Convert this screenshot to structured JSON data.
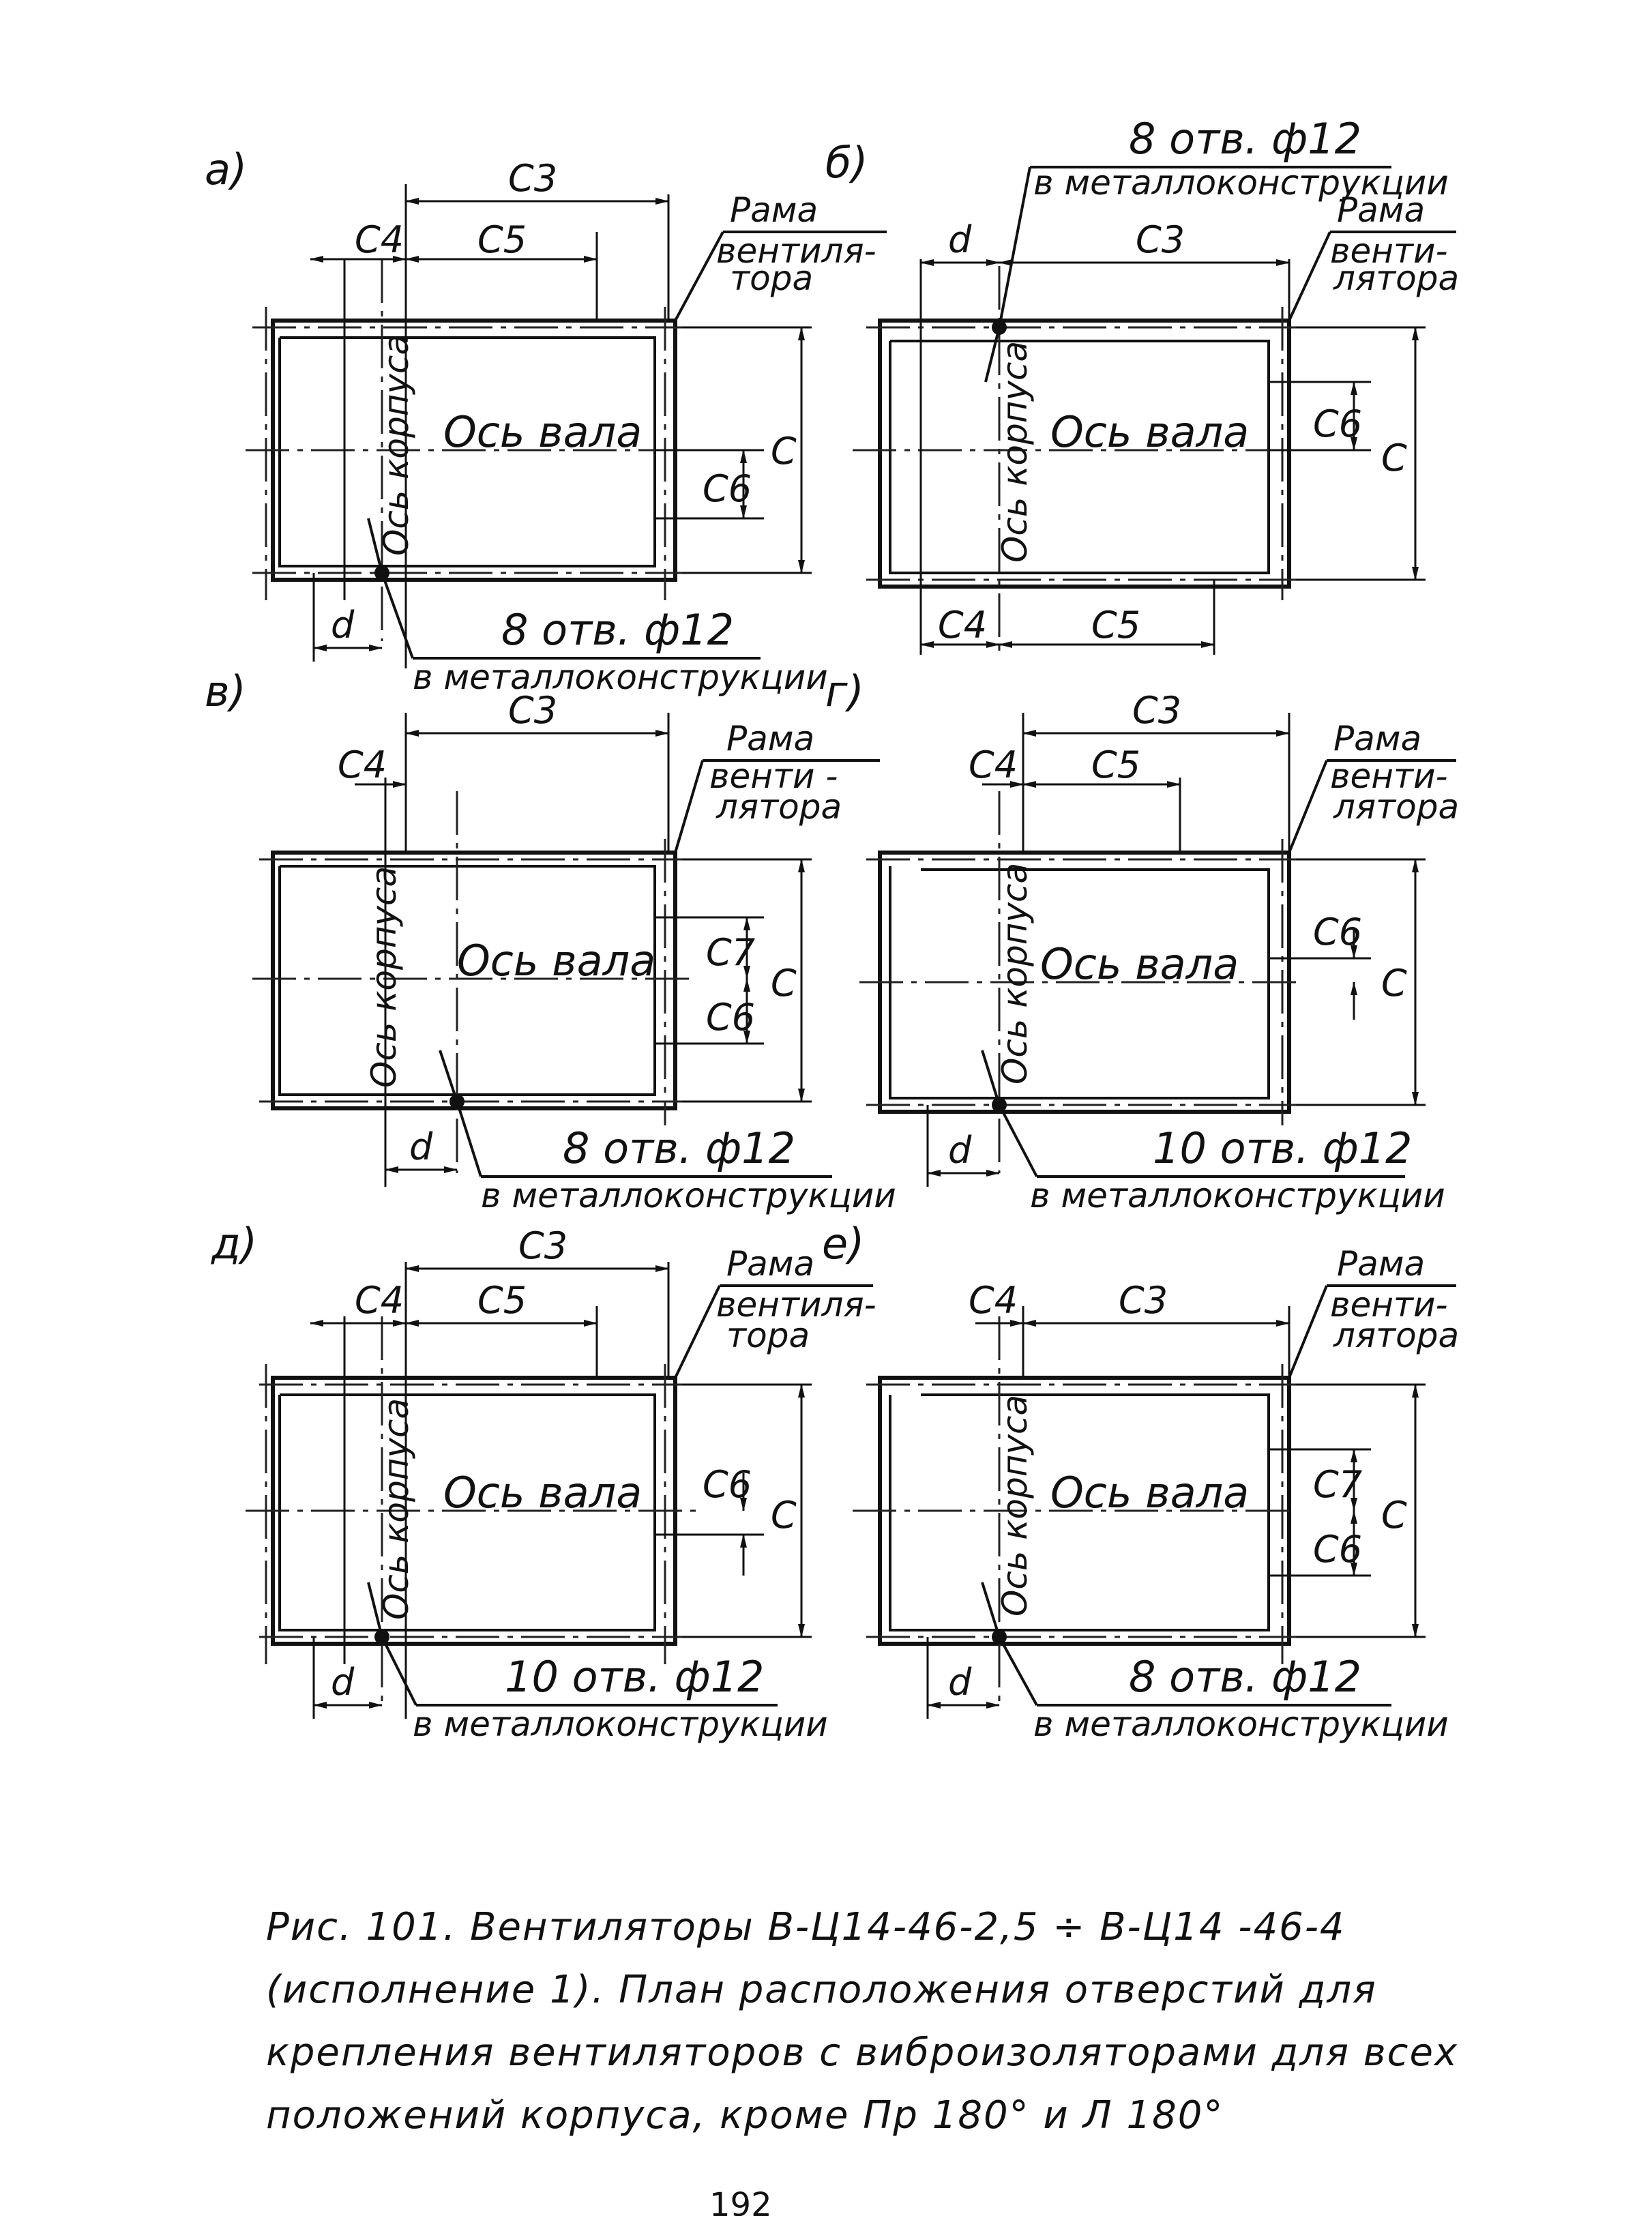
{
  "panels": [
    {
      "letter": "а)",
      "c3": "C3",
      "c4": "C4",
      "c5": "C5",
      "c6": "C6",
      "c": "C",
      "d": "d",
      "frame": [
        "Рама",
        "вентиля-",
        "тора"
      ],
      "shaft": "Ось вала",
      "body": "Ось корпуса",
      "holes": "8 отв. ф12",
      "into": "в металлоконструкции"
    },
    {
      "letter": "б)",
      "c3": "C3",
      "c4": "C4",
      "c5": "C5",
      "c6": "C6",
      "c": "C",
      "d": "d",
      "frame": [
        "Рама",
        "венти-",
        "лятора"
      ],
      "shaft": "Ось вала",
      "body": "Ось корпуса",
      "holes": "8 отв. ф12",
      "into": "в металлоконструкции"
    },
    {
      "letter": "в)",
      "c3": "C3",
      "c4": "C4",
      "c7": "C7",
      "c6": "C6",
      "c": "C",
      "d": "d",
      "frame": [
        "Рама",
        "венти -",
        "лятора"
      ],
      "shaft": "Ось вала",
      "body": "Ось корпуса",
      "holes": "8 отв. ф12",
      "into": "в металлоконструкции"
    },
    {
      "letter": "г)",
      "c3": "C3",
      "c4": "C4",
      "c5": "C5",
      "c6": "C6",
      "c": "C",
      "d": "d",
      "frame": [
        "Рама",
        "венти-",
        "лятора"
      ],
      "shaft": "Ось вала",
      "body": "Ось корпуса",
      "holes": "10 отв. ф12",
      "into": "в металлоконструкции"
    },
    {
      "letter": "д)",
      "c3": "C3",
      "c4": "C4",
      "c5": "C5",
      "c6": "C6",
      "c": "C",
      "d": "d",
      "frame": [
        "Рама",
        "вентиля-",
        "тора"
      ],
      "shaft": "Ось вала",
      "body": "Ось корпуса",
      "holes": "10 отв. ф12",
      "into": "в металлоконструкции"
    },
    {
      "letter": "е)",
      "c3": "C3",
      "c4": "C4",
      "c7": "C7",
      "c6": "C6",
      "c": "C",
      "d": "d",
      "frame": [
        "Рама",
        "венти-",
        "лятора"
      ],
      "shaft": "Ось вала",
      "body": "Ось корпуса",
      "holes": "8 отв. ф12",
      "into": "в металлоконструкции"
    }
  ],
  "caption": {
    "line1": "Рис. 101. Вентиляторы   В-Ц14-46-2,5 ÷ В-Ц14 -46-4",
    "line2": "(исполнение 1). План расположения отверстий для",
    "line3": "крепления вентиляторов с виброизоляторами для всех",
    "line4": "положений корпуса, кроме Пр 180° и Л 180°"
  },
  "page_number": "192"
}
